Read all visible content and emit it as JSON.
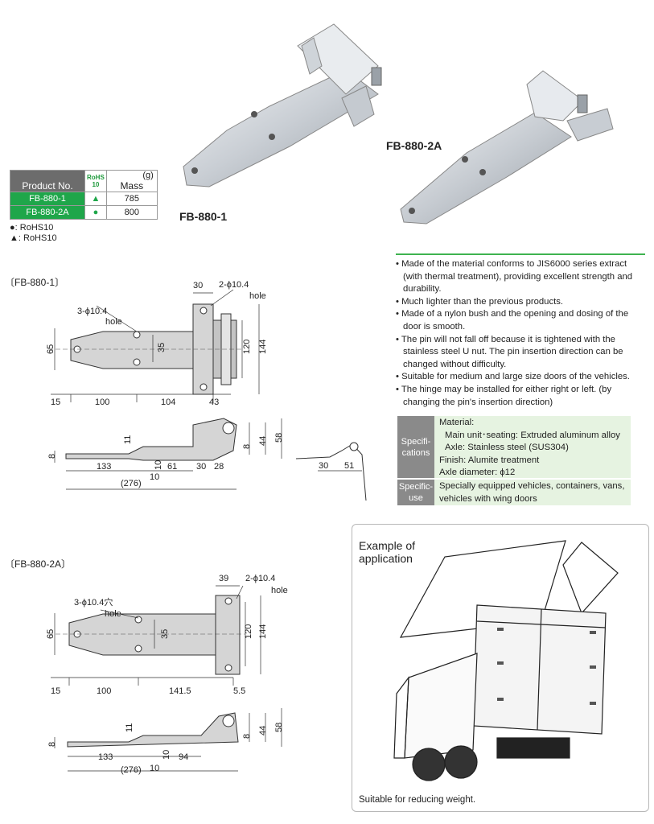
{
  "products": {
    "label_1": "FB-880-1",
    "label_2": "FB-880-2A"
  },
  "table": {
    "col_product": "Product No.",
    "col_rohs_line1": "RoHS",
    "col_rohs_line2": "10",
    "col_mass": "Mass",
    "col_mass_unit": "(g)",
    "rows": [
      {
        "product": "FB-880-1",
        "rohs": "▲",
        "mass": "785"
      },
      {
        "product": "FB-880-2A",
        "rohs": "●",
        "mass": "800"
      }
    ]
  },
  "legend": {
    "circle": "●: RoHS10",
    "triangle": "▲: RoHS10"
  },
  "features": [
    "Made of the material conforms to JIS6000 series extract (with thermal treatment), providing excellent strength and durability.",
    "Much lighter than the previous products.",
    "Made of a nylon bush and the opening and dosing of the door is smooth.",
    "The pin will not fall off because it is tightened with the stainless steel U nut. The pin insertion direction can be changed without difficulty.",
    "Suitable for medium and large size doors of the vehicles.",
    "The hinge may be installed for either right or left. (by changing the pin's insertion direction)"
  ],
  "specs": {
    "spec_key": "Specifi-cations",
    "material_title": "Material:",
    "material_main": "Main unit･seating: Extruded aluminum alloy",
    "material_axle": "Axle: Stainless steel (SUS304)",
    "finish": "Finish: Alumite treatment",
    "axle_diameter": "Axle diameter: ϕ12",
    "use_key": "Specific-use",
    "use_value": "Specially equipped vehicles, containers, vans, vehicles with wing doors"
  },
  "drawing1": {
    "title": "〔FB-880-1〕",
    "d_30": "30",
    "d_hole_top": "2-ϕ10.4",
    "d_hole_top_word": "hole",
    "d_hole_left": "3-ϕ10.4",
    "d_hole_left_word": "hole",
    "d_65": "65",
    "d_35": "35",
    "d_120": "120",
    "d_144": "144",
    "d_15": "15",
    "d_100": "100",
    "d_104": "104",
    "d_43": "43",
    "d_11": "11",
    "d_8a": "8",
    "d_8b": "8",
    "d_44": "44",
    "d_58": "58",
    "d_133": "133",
    "d_10a": "10",
    "d_61": "61",
    "d_30b": "30",
    "d_28": "28",
    "d_276": "(276)",
    "d_10b": "10",
    "d_side30": "30",
    "d_side51": "51"
  },
  "drawing2": {
    "title": "〔FB-880-2A〕",
    "d_39": "39",
    "d_hole_top": "2-ϕ10.4",
    "d_hole_top_word": "hole",
    "d_hole_left": "3-ϕ10.4穴",
    "d_hole_left_word": "hole",
    "d_65": "65",
    "d_35": "35",
    "d_120": "120",
    "d_144": "144",
    "d_15": "15",
    "d_100": "100",
    "d_141": "141.5",
    "d_55": "5.5",
    "d_11": "11",
    "d_8a": "8",
    "d_8b": "8",
    "d_44": "44",
    "d_58": "58",
    "d_133": "133",
    "d_10a": "10",
    "d_94": "94",
    "d_276": "(276)",
    "d_10b": "10"
  },
  "application": {
    "title_line1": "Example of",
    "title_line2": "application",
    "caption": "Suitable for reducing weight."
  }
}
